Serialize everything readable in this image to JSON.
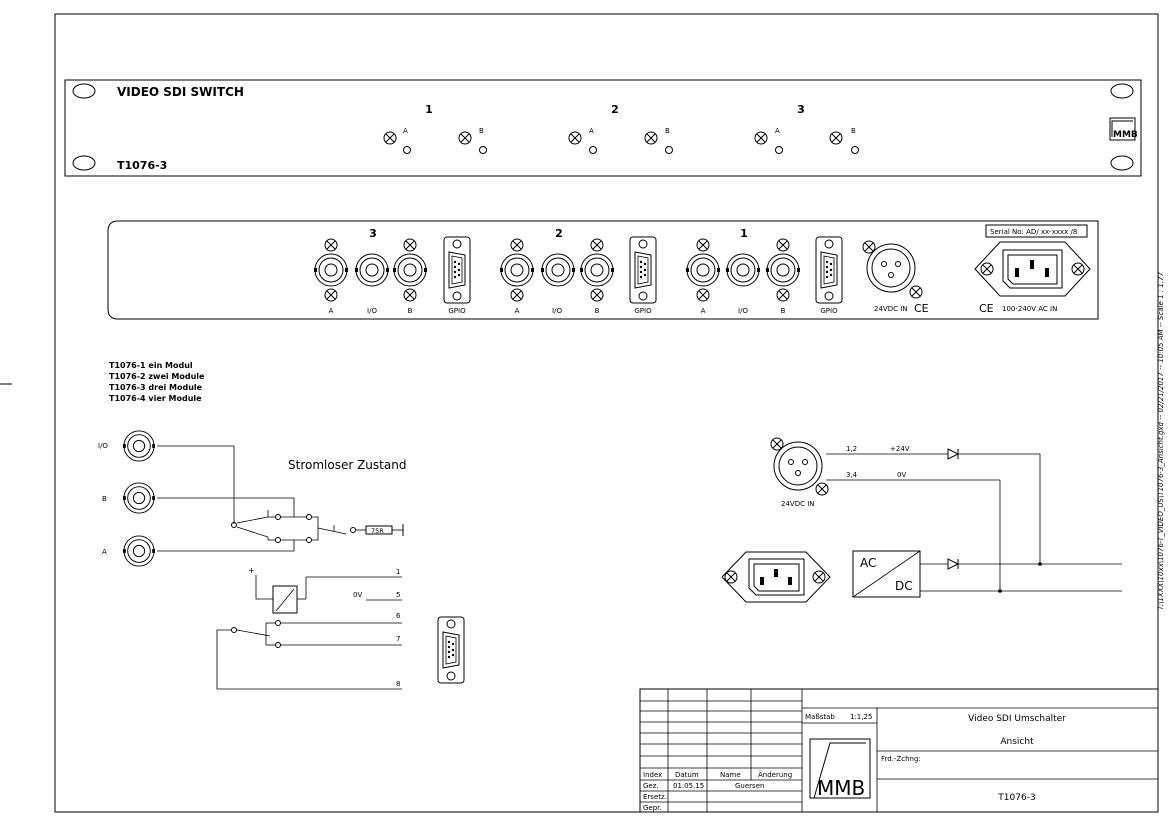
{
  "front_panel": {
    "title": "VIDEO SDI SWITCH",
    "model": "T1076-3",
    "channels": [
      {
        "num": "1",
        "a": "A",
        "b": "B"
      },
      {
        "num": "2",
        "a": "A",
        "b": "B"
      },
      {
        "num": "3",
        "a": "A",
        "b": "B"
      }
    ],
    "logo": "MMB"
  },
  "rear_panel": {
    "modules": [
      {
        "num": "3",
        "labels": [
          "A",
          "I/O",
          "B",
          "GPIO"
        ]
      },
      {
        "num": "2",
        "labels": [
          "A",
          "I/O",
          "B",
          "GPIO"
        ]
      },
      {
        "num": "1",
        "labels": [
          "A",
          "I/O",
          "B",
          "GPIO"
        ]
      }
    ],
    "dc_label": "24VDC IN",
    "ce": "CE",
    "ac_label": "100-240V AC IN",
    "serial_label": "Serial No: AD/ xx-xxxx /8"
  },
  "variants": [
    "T1076-1 ein Modul",
    "T1076-2 zwei Module",
    "T1076-3 drei Module",
    "T1076-4 vier Module"
  ],
  "schematic": {
    "state_label": "Stromloser Zustand",
    "bnc_labels": [
      "I/O",
      "B",
      "A"
    ],
    "resistor": "75R",
    "plus": "+",
    "gpio_pins": [
      "1",
      "5",
      "6",
      "7",
      "8"
    ],
    "ov": "0V"
  },
  "power": {
    "pin_a": "1,2",
    "v_a": "+24V",
    "pin_b": "3,4",
    "v_b": "0V",
    "dc_label": "24VDC IN",
    "ac": "AC",
    "dc": "DC"
  },
  "title_block": {
    "scale_label": "Maßstab",
    "scale": "1:1,25",
    "title": "Video SDI Umschalter",
    "subtitle": "Ansicht",
    "frd_label": "Frd.-Zchng:",
    "number": "T1076-3",
    "logo": "MMB",
    "headers": [
      "Index",
      "Datum",
      "Name",
      "Änderung"
    ],
    "rows": [
      "Gez.",
      "Ersetz.",
      "Gepr."
    ],
    "date": "01.05.15",
    "name": "Guersen"
  },
  "side_text": "T:\\1XXX\\10xx\\1076-T_VIDEO_US\\T1076-3_Ansicht.gxd -- 02/21/2017 -- 10:05 AM -- Scale 1 : 1.77"
}
